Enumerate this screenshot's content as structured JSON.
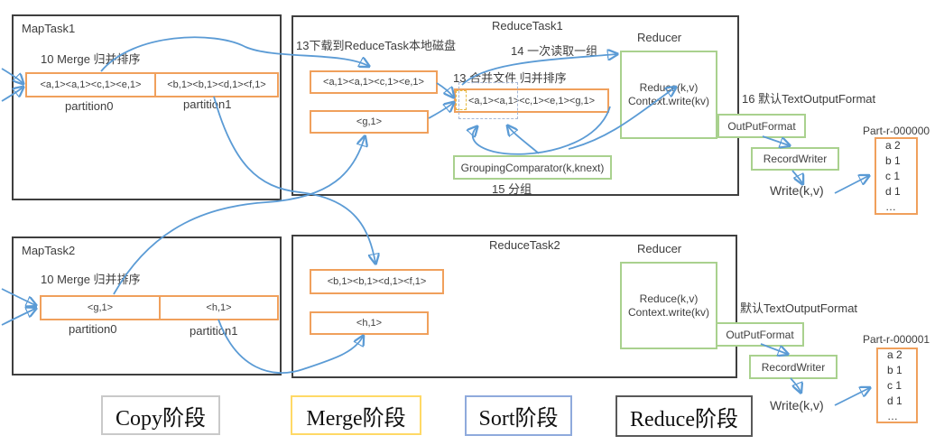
{
  "colors": {
    "arrow_blue": "#5B9BD5",
    "box_orange_border": "#F0A05C",
    "box_green_border": "#A9D18E",
    "outer_border_dark": "#3F3F3F",
    "legend_copy_border": "#C9C9C9",
    "legend_merge_border": "#FFD966",
    "legend_sort_border": "#8FAADC",
    "legend_reduce_border": "#595959",
    "dashed_group_border": "#A6B7D4",
    "dashed_key_border": "#E6B93C"
  },
  "map_task1": {
    "title": "MapTask1",
    "merge_label": "10 Merge 归并排序",
    "partitions": [
      {
        "value": "<a,1><a,1><c,1><e,1>",
        "label": "partition0"
      },
      {
        "value": "<b,1><b,1><d,1><f,1>",
        "label": "partition1"
      }
    ]
  },
  "map_task2": {
    "title": "MapTask2",
    "merge_label": "10 Merge 归并排序",
    "partitions": [
      {
        "value": "<g,1>",
        "label": "partition0"
      },
      {
        "value": "<h,1>",
        "label": "partition1"
      }
    ]
  },
  "reduce_task1": {
    "title": "ReduceTask1",
    "download_label": "13下载到ReduceTask本地磁盘",
    "read_one_group_label": "14 一次读取一组",
    "merge_sort_label": "13 合并文件 归并排序",
    "spill_files": [
      "<a,1><a,1><c,1><e,1>",
      "<g,1>"
    ],
    "merged_file": "<a,1><a,1><c,1><e,1><g,1>",
    "grouping_comparator_label": "GroupingComparator(k,knext)",
    "grouping_label": "15 分组",
    "reducer_title": "Reducer",
    "reducer_line1": "Reduce(k,v)",
    "reducer_line2": "Context.write(kv)"
  },
  "reduce_task2": {
    "title": "ReduceTask2",
    "spill_files": [
      "<b,1><b,1><d,1><f,1>",
      "<h,1>"
    ],
    "reducer_title": "Reducer",
    "reducer_line1": "Reduce(k,v)",
    "reducer_line2": "Context.write(kv)"
  },
  "output1": {
    "format_label": "16 默认TextOutputFormat",
    "output_format": "OutPutFormat",
    "record_writer": "RecordWriter",
    "write_label": "Write(k,v)",
    "file_name": "Part-r-000000",
    "file_lines": [
      "a 2",
      "b 1",
      "c 1",
      "d 1",
      "…"
    ]
  },
  "output2": {
    "format_label": "默认TextOutputFormat",
    "output_format": "OutPutFormat",
    "record_writer": "RecordWriter",
    "write_label": "Write(k,v)",
    "file_name": "Part-r-000001",
    "file_lines": [
      "a 2",
      "b 1",
      "c 1",
      "d 1",
      "…"
    ]
  },
  "legend": {
    "copy": "Copy阶段",
    "merge": "Merge阶段",
    "sort": "Sort阶段",
    "reduce": "Reduce阶段"
  }
}
